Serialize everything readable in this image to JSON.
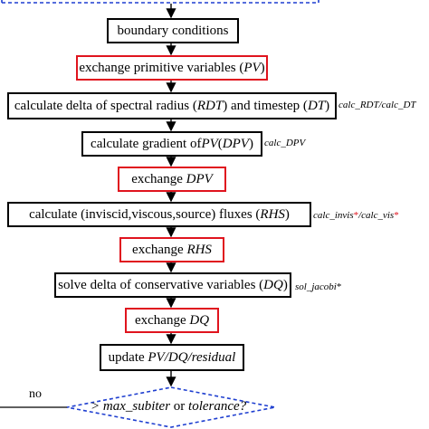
{
  "flowchart": {
    "steps": [
      {
        "id": "bc",
        "text": "boundary conditions"
      },
      {
        "id": "ex_pv",
        "pre": "exchange primitive variables (",
        "em": "PV",
        "post": ")"
      },
      {
        "id": "rdt",
        "t1": "calculate delta of spectral radius (",
        "e1": "RDT",
        "t2": ") and timestep (",
        "e2": "DT",
        "t3": ")",
        "note": "calc_RDT/calc_DT"
      },
      {
        "id": "grad",
        "t1": "calculate gradient of ",
        "e1": "PV",
        "t2": " (",
        "e2": "DPV",
        "t3": ")",
        "note": "calc_DPV"
      },
      {
        "id": "ex_dpv",
        "pre": "exchange ",
        "em": "DPV"
      },
      {
        "id": "flux",
        "pre": "calculate (inviscid,viscous,source) fluxes (",
        "em": "RHS",
        "post": ")",
        "note_a": "calc_invis",
        "note_b": "/calc_vis",
        "star": "*"
      },
      {
        "id": "ex_rhs",
        "pre": "exchange ",
        "em": "RHS"
      },
      {
        "id": "solve",
        "pre": "solve delta of conservative variables (",
        "em": "DQ",
        "post": ")",
        "note": "sol_jacobi",
        "star": "*"
      },
      {
        "id": "ex_dq",
        "pre": "exchange ",
        "em": "DQ"
      },
      {
        "id": "update",
        "pre": "update ",
        "em": "PV/DQ/residual"
      }
    ],
    "decision": {
      "pre": "> max_subiter",
      "mid": " or ",
      "post": "tolerance?"
    },
    "no_label": "no"
  },
  "colors": {
    "red_border": "#e0141e",
    "black_border": "#000000",
    "dashed_blue": "#1f3fd0"
  }
}
